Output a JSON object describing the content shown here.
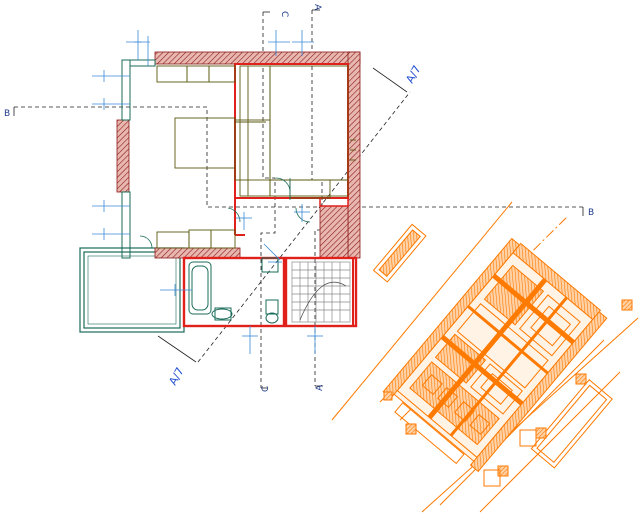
{
  "labels": {
    "section_b_left": "B",
    "section_b_right": "B",
    "section_c_top": "C",
    "section_a_top": "A",
    "section_c_bottom": "C",
    "section_a_bottom": "A",
    "a7_top": "A/7",
    "a7_bottom": "A/7"
  },
  "colors": {
    "wall_red": "#e0201b",
    "hatch": "#8b1a1a",
    "furniture": "#5a5a10",
    "teal": "#1a6b5a",
    "blue": "#1f4fd1",
    "orange": "#ff7a00",
    "dashed": "#222222"
  }
}
